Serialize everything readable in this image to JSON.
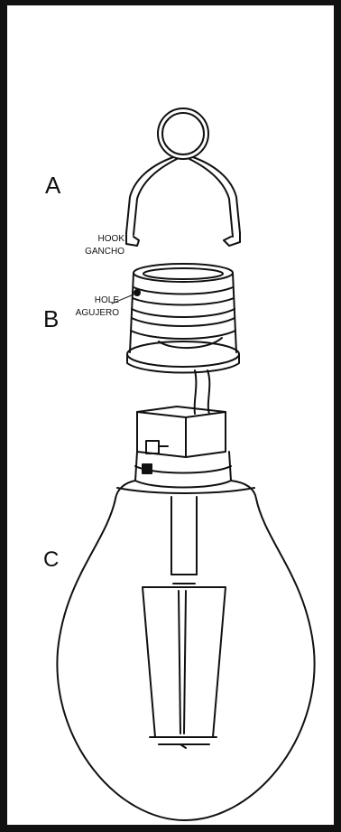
{
  "labels": {
    "a": "A",
    "b": "B",
    "c": "C",
    "hook_en": "HOOK",
    "hook_es": "GANCHO",
    "hole_en": "HOLE",
    "hole_es": "AGUJERO"
  },
  "colors": {
    "ink": "#111111",
    "frame": "#111111",
    "background": "#ffffff"
  }
}
